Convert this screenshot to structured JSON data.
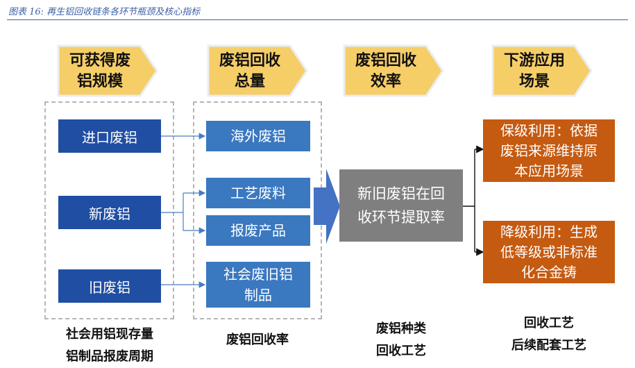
{
  "caption": "图表 16:  再生铝回收链条各环节瓶颈及核心指标",
  "headers": [
    "可获得废\n铝规模",
    "废铝回收\n总量",
    "废铝回收\n效率",
    "下游应用\n场景"
  ],
  "sources": [
    "进口废铝",
    "新废铝",
    "旧废铝"
  ],
  "categories": [
    "海外废铝",
    "工艺废料",
    "报废产品",
    "社会废旧铝\n制品"
  ],
  "process": "新旧废铝在回\n收环节提取率",
  "outcomes": [
    "保级利用：依据\n废铝来源维持原\n本应用场景",
    "降级利用：生成\n低等级或非标准\n化合金铸"
  ],
  "bottom_labels": [
    "社会用铝现存量\n铝制品报废周期",
    "废铝回收率",
    "废铝种类\n回收工艺",
    "回收工艺\n后续配套工艺"
  ],
  "colors": {
    "header_fill": "#f6ce68",
    "dark_blue": "#1f4ea3",
    "mid_blue": "#3a78c0",
    "gray": "#7f7f7f",
    "orange": "#c55a11"
  }
}
